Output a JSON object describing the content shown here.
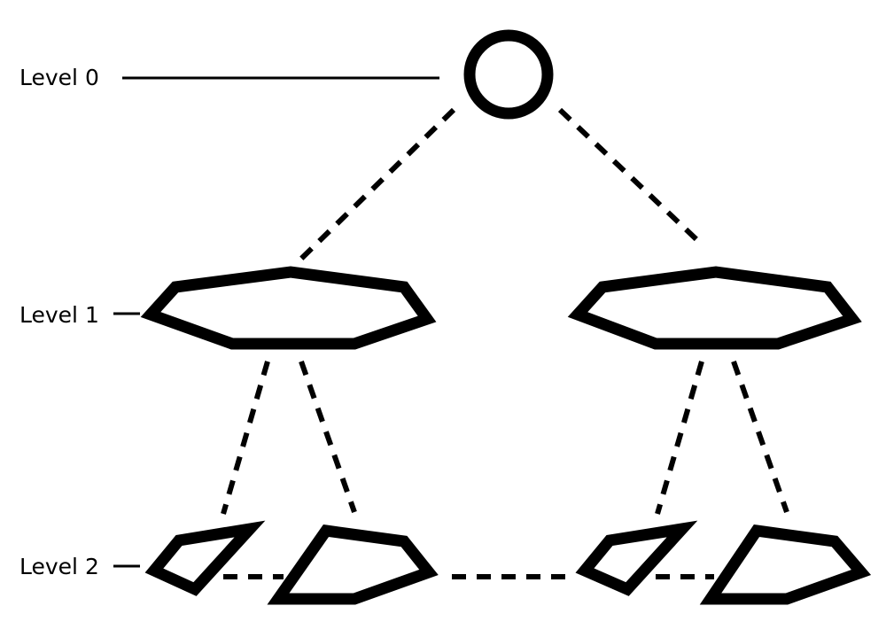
{
  "diagram": {
    "labels": {
      "level0": "Level 0",
      "level1": "Level 1",
      "level2": "Level 2"
    },
    "stroke_color": "#000000",
    "background_color": "#ffffff"
  }
}
